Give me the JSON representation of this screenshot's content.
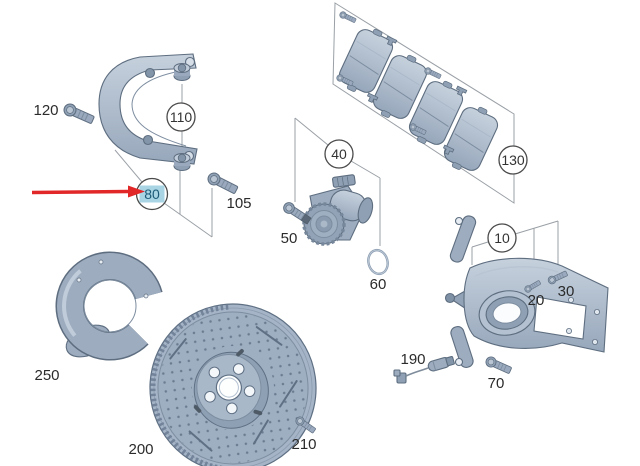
{
  "diagram": {
    "selected_callout": "80",
    "callouts": {
      "c10": "10",
      "c20": "20",
      "c30": "30",
      "c40": "40",
      "c50": "50",
      "c60": "60",
      "c70": "70",
      "c80": "80",
      "c105": "105",
      "c110": "110",
      "c120": "120",
      "c130": "130",
      "c190": "190",
      "c200": "200",
      "c210": "210",
      "c250": "250"
    },
    "colors": {
      "background": "#ffffff",
      "part_fill": "#9dacbf",
      "part_fill_light": "#c6d1dd",
      "part_stroke": "#5e6e80",
      "connector_line": "#9aa0a6",
      "callout_border": "#4a4a4a",
      "callout_text": "#333333",
      "label_text": "#2b2b2b",
      "highlight_bg": "#a8d4e4",
      "highlight_text": "#1c5a78",
      "arrow_red": "#e12727"
    }
  }
}
